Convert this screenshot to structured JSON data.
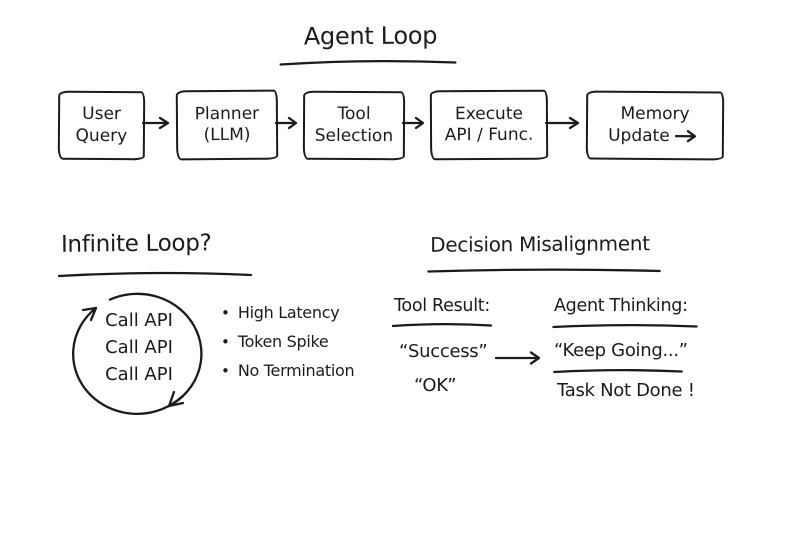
{
  "colors": {
    "ink": "#1b1b1b",
    "background": "#ffffff"
  },
  "title": {
    "text": "Agent Loop"
  },
  "agent_loop_flow": {
    "boxes": [
      {
        "line1": "User",
        "line2": "Query"
      },
      {
        "line1": "Planner",
        "line2": "(LLM)"
      },
      {
        "line1": "Tool",
        "line2": "Selection"
      },
      {
        "line1": "Execute",
        "line2": "API / Func."
      },
      {
        "line1": "Memory",
        "line2": "Update"
      }
    ]
  },
  "infinite_loop": {
    "heading": "Infinite Loop?",
    "bullet_glyph": "•",
    "loop_labels": [
      "Call API",
      "Call API",
      "Call API"
    ],
    "bullets": [
      "High Latency",
      "Token Spike",
      "No Termination"
    ]
  },
  "decision_misalignment": {
    "heading": "Decision Misalignment",
    "tool_result_heading": "Tool Result:",
    "agent_thinking_heading": "Agent Thinking:",
    "tool_results": [
      "“Success”",
      "“OK”"
    ],
    "agent_thoughts": [
      "“Keep Going...”",
      "Task Not Done !"
    ]
  }
}
